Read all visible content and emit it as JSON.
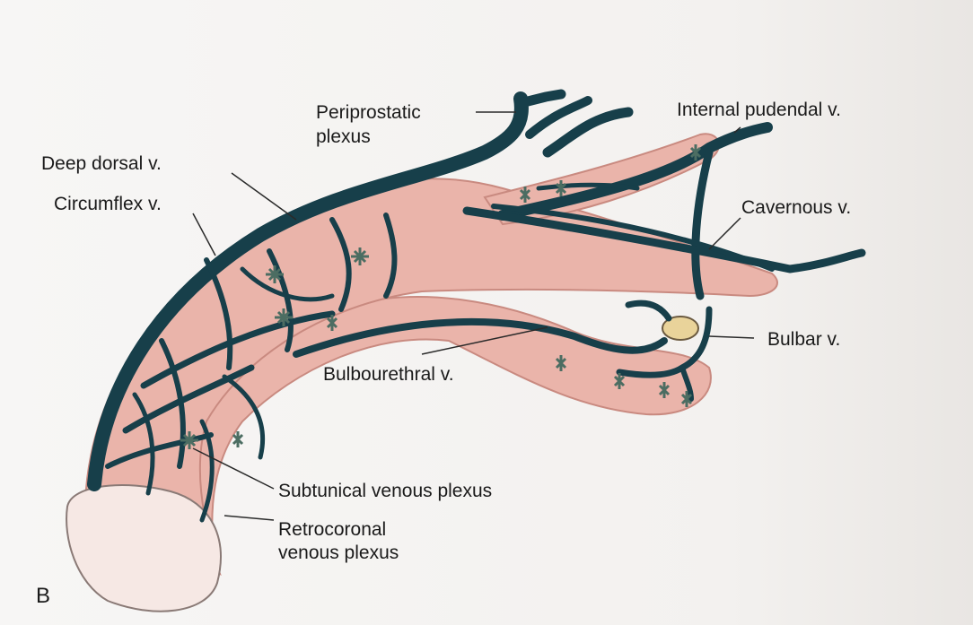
{
  "panel_letter": "B",
  "labels": {
    "periprostatic_1": "Periprostatic",
    "periprostatic_2": "plexus",
    "internal_pudendal": "Internal pudendal v.",
    "deep_dorsal": "Deep dorsal v.",
    "circumflex": "Circumflex v.",
    "cavernous": "Cavernous v.",
    "bulbar": "Bulbar v.",
    "bulbourethral": "Bulbourethral v.",
    "subtunical": "Subtunical venous plexus",
    "retrocoronal_1": "Retrocoronal",
    "retrocoronal_2": "venous plexus"
  },
  "colors": {
    "tissue": "#eab4aa",
    "tissue_dark": "#c98a80",
    "vein": "#173f4a",
    "glans": "#f6e8e4",
    "bulb_cut": "#e9d39a",
    "leader": "#2a2a2a",
    "background": "#f4f2f0"
  }
}
